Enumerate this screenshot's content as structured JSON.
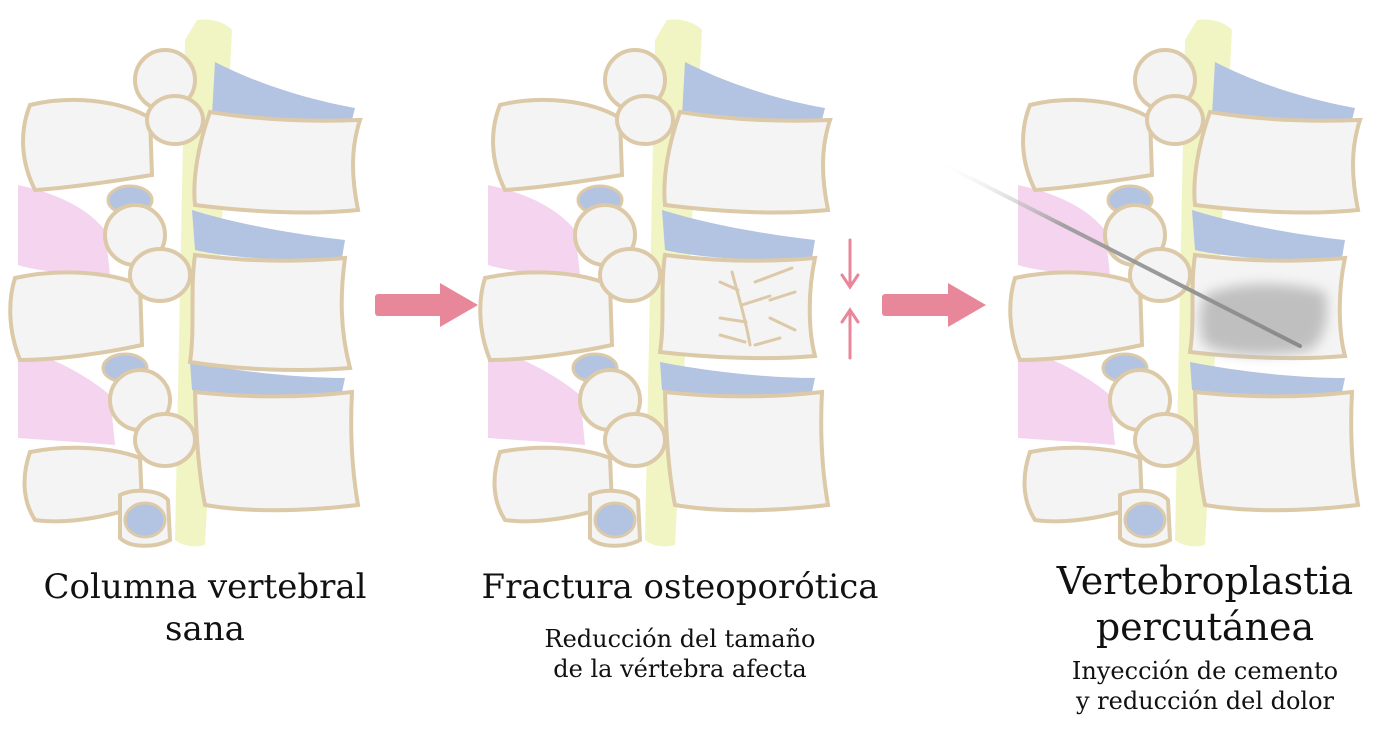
{
  "panels": [
    {
      "title_lines": [
        "Columna vertebral",
        "sana"
      ],
      "subtitle_lines": []
    },
    {
      "title_lines": [
        "Fractura osteoporótica"
      ],
      "subtitle_lines": [
        "Reducción del tamaño",
        "de la vértebra afecta"
      ]
    },
    {
      "title_lines": [
        "Vertebroplastia",
        "percutánea"
      ],
      "subtitle_lines": [
        "Inyección de cemento",
        "y reducción del dolor"
      ]
    }
  ],
  "colors": {
    "bone_fill": "#f4f4f4",
    "bone_outline": "#dcc9a8",
    "disc": "#b3c3e2",
    "ligament": "#f4d4ee",
    "spinal_cord": "#f1f5c4",
    "arrow": "#e9879a",
    "cement": "#bdbdbd",
    "needle": "#a0a0a0"
  }
}
